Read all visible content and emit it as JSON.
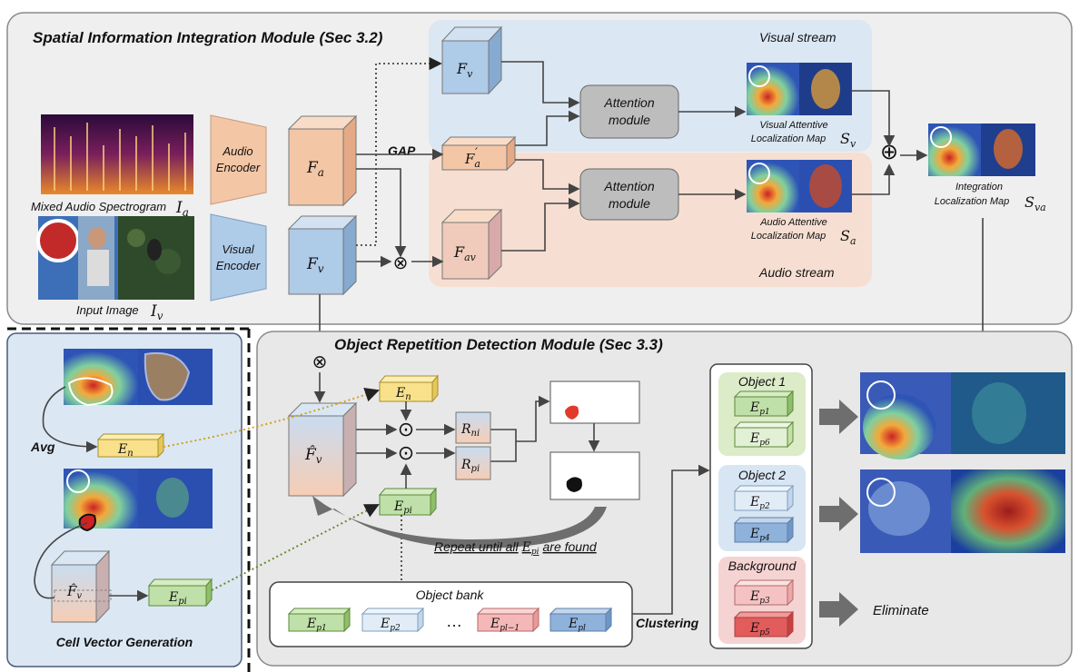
{
  "modules": {
    "spatial_title": "Spatial Information Integration Module (Sec 3.2)",
    "object_title": "Object Repetition Detection Module (Sec 3.3)",
    "cell_title": "Cell Vector Generation"
  },
  "streams": {
    "visual": "Visual stream",
    "audio": "Audio stream"
  },
  "encoders": {
    "audio_line1": "Audio",
    "audio_line2": "Encoder",
    "visual_line1": "Visual",
    "visual_line2": "Encoder"
  },
  "inputs": {
    "spectrogram_caption": "Mixed Audio Spectrogram",
    "spectrogram_symbol": "I",
    "spectrogram_sub": "a",
    "image_caption": "Input Image",
    "image_symbol": "I",
    "image_sub": "v"
  },
  "features": {
    "fa": "F",
    "fa_sub": "a",
    "fv": "F",
    "fv_sub": "v",
    "fv_top": "F",
    "fv_top_sub": "v",
    "fa_prime": "F",
    "fa_prime_sub": "a",
    "fa_prime_mark": "′",
    "fav": "F",
    "fav_sub": "av",
    "fv_hat": "F̂",
    "fv_hat_sub": "v"
  },
  "gap_label": "GAP",
  "attention": {
    "line1": "Attention",
    "line2": "module"
  },
  "maps": {
    "visual_line1": "Visual Attentive",
    "visual_line2": "Localization Map",
    "visual_sym": "S",
    "visual_sub": "v",
    "audio_line1": "Audio Attentive",
    "audio_line2": "Localization Map",
    "audio_sym": "S",
    "audio_sub": "a",
    "integ_line1": "Integration",
    "integ_line2": "Localization Map",
    "integ_sym": "S",
    "integ_sub": "va"
  },
  "ops": {
    "plus": "⊕",
    "times": "⊗",
    "dot": "⊙"
  },
  "cell": {
    "avg": "Avg",
    "en": "E",
    "en_sub": "n",
    "epi": "E",
    "epi_sub": "pi",
    "fv_hat": "F̂",
    "fv_hat_sub": "v"
  },
  "detection": {
    "en": "E",
    "en_sub": "n",
    "epi": "E",
    "epi_sub": "pi",
    "rni": "R",
    "rni_sub": "ni",
    "rpi": "R",
    "rpi_sub": "pi",
    "repeat_text": "Repeat until all",
    "repeat_sym": "E",
    "repeat_sub": "pi",
    "repeat_tail": "are found"
  },
  "bank": {
    "title": "Object bank",
    "items": [
      {
        "sym": "E",
        "sub": "p1"
      },
      {
        "sym": "E",
        "sub": "p2"
      },
      {
        "sym": "E",
        "sub": "pl−1"
      },
      {
        "sym": "E",
        "sub": "pl"
      }
    ],
    "ellipsis": "…"
  },
  "clustering": "Clustering",
  "groups": {
    "obj1": "Object 1",
    "obj2": "Object 2",
    "bg": "Background",
    "obj1_items": [
      {
        "sym": "E",
        "sub": "p1"
      },
      {
        "sym": "E",
        "sub": "p6"
      }
    ],
    "obj2_items": [
      {
        "sym": "E",
        "sub": "p2"
      },
      {
        "sym": "E",
        "sub": "p4"
      }
    ],
    "bg_items": [
      {
        "sym": "E",
        "sub": "p3"
      },
      {
        "sym": "E",
        "sub": "p5"
      }
    ]
  },
  "eliminate": "Eliminate",
  "colors": {
    "audio": "#f3c6a6",
    "visual": "#aecbe8",
    "green": "#bfe0a8",
    "yellow": "#f9e08a",
    "pink": "#f4b8b8",
    "red": "#e25c5c",
    "grey_box": "#bdbdbd"
  }
}
